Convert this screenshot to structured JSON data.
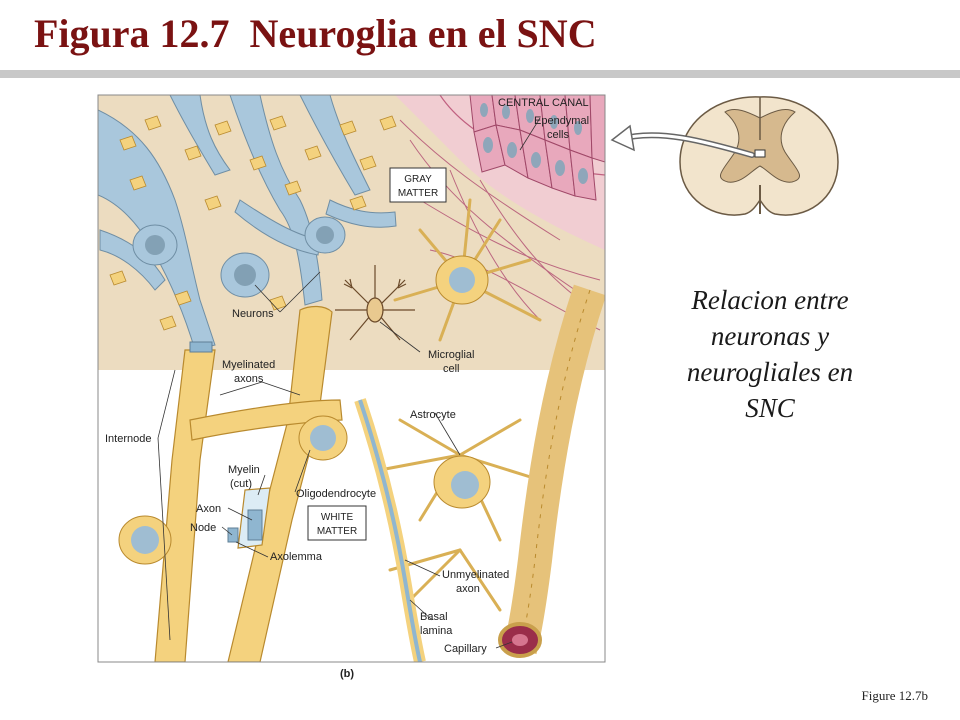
{
  "slide": {
    "title": "Figura 12.7  Neuroglia en el SNC",
    "caption_lines": [
      "Relacion entre",
      "neuronas y",
      "neurogliales en",
      "SNC"
    ],
    "figure_ref": "Figure 12.7b"
  },
  "illustration": {
    "panel_label": "(b)",
    "boxed_labels": {
      "gray_matter": [
        "GRAY",
        "MATTER"
      ],
      "white_matter": [
        "WHITE",
        "MATTER"
      ]
    },
    "labels": {
      "central_canal": "CENTRAL CANAL",
      "ependymal": [
        "Ependymal",
        "cells"
      ],
      "neurons": "Neurons",
      "microglial": [
        "Microglial",
        "cell"
      ],
      "myelinated": [
        "Myelinated",
        "axons"
      ],
      "internode": "Internode",
      "astrocyte": "Astrocyte",
      "myelin_cut": [
        "Myelin",
        "(cut)"
      ],
      "oligodendrocyte": "Oligodendrocyte",
      "axon": "Axon",
      "node": "Node",
      "axolemma": "Axolemma",
      "unmyelinated": [
        "Unmyelinated",
        "axon"
      ],
      "basal_lamina": [
        "Basal",
        "lamina"
      ],
      "capillary": "Capillary"
    }
  },
  "colors": {
    "title": "#7a1212",
    "gray_matter_bg": "#ecdcc0",
    "white_matter_bg": "#ffffff",
    "neuron_blue": "#a9c7dc",
    "glia_yellow": "#f4d27e",
    "ependymal_pink": "#e8a8bc",
    "nucleus": "#7c9aae"
  }
}
